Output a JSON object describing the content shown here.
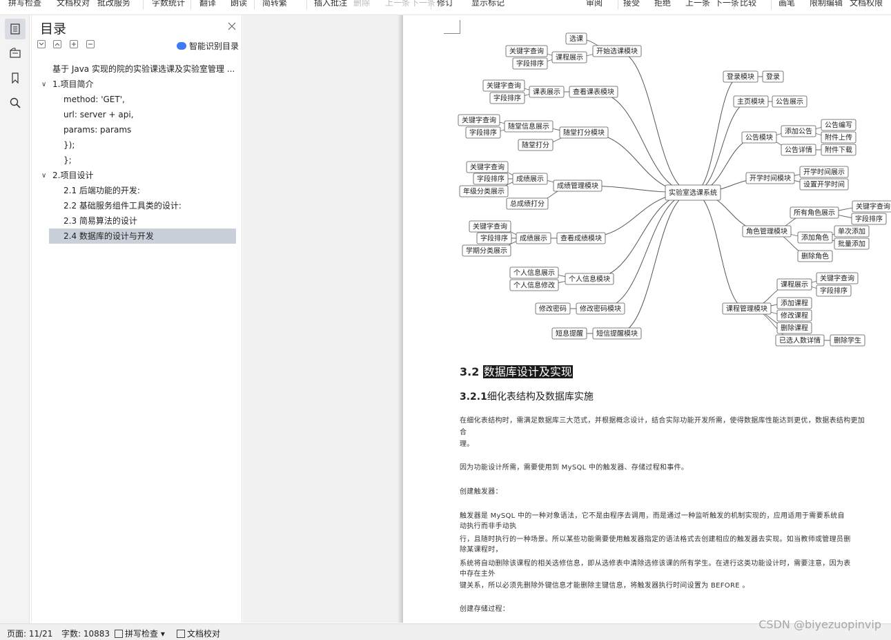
{
  "toolbar": {
    "items": [
      "拼写检查",
      "文档校对",
      "批改服务",
      "字数统计",
      "翻译",
      "朗读",
      "简转繁",
      "插入批注",
      "删除",
      "上一条",
      "下一条",
      "修订",
      "显示标记",
      "审阅",
      "接受",
      "拒绝",
      "上一条",
      "下一条",
      "比较",
      "画笔",
      "限制编辑",
      "文档权限"
    ]
  },
  "sidebar_icons": [
    "outline-icon",
    "navigation-icon",
    "bookmark-icon",
    "search-icon"
  ],
  "toc": {
    "title": "目录",
    "smart_label": "智能识别目录",
    "items": [
      {
        "text": "基于 Java 实现的院的实验课选课及实验室管理 ...",
        "level": 0
      },
      {
        "text": "1.项目简介",
        "level": 1
      },
      {
        "text": "method: 'GET',",
        "level": 2
      },
      {
        "text": "url: server + api,",
        "level": 2
      },
      {
        "text": "params: params",
        "level": 2
      },
      {
        "text": "});",
        "level": 2
      },
      {
        "text": "};",
        "level": 2
      },
      {
        "text": "2.项目设计",
        "level": 1
      },
      {
        "text": "2.1 后端功能的开发:",
        "level": 2
      },
      {
        "text": "2.2 基础服务组件工具类的设计:",
        "level": 2
      },
      {
        "text": "2.3 简易算法的设计",
        "level": 2
      },
      {
        "text": "2.4 数据库的设计与开发",
        "level": 2
      }
    ]
  },
  "mindmap": {
    "root": "实验室选课系统",
    "nodes": [
      "选课",
      "开始选课模块",
      "关键字查询",
      "课程展示",
      "字段排序",
      "课表展示",
      "查看课表模块",
      "随堂信息展示",
      "随堂打分模块",
      "随堂打分",
      "成绩展示",
      "成绩管理模块",
      "年级分类展示",
      "总成绩打分",
      "查看成绩模块",
      "学期分类展示",
      "个人信息展示",
      "个人信息模块",
      "个人信息修改",
      "修改密码",
      "修改密码模块",
      "短息提醒",
      "短信提醒模块",
      "登录模块",
      "登录",
      "主页模块",
      "公告展示",
      "公告模块",
      "添加公告",
      "公告编写",
      "附件上传",
      "公告详情",
      "附件下载",
      "开学时间模块",
      "开学时间展示",
      "设置开学时间",
      "角色管理模块",
      "所有角色展示",
      "添加角色",
      "单次添加",
      "批量添加",
      "删除角色",
      "课程管理模块",
      "添加课程",
      "修改课程",
      "删除课程",
      "已选人数详情",
      "删除学生"
    ]
  },
  "doc": {
    "h2_num": "3.2",
    "h2_text": "数据库设计及实现",
    "h3_num": "3.2.1",
    "h3_text": "细化表结构及数据库实施",
    "paragraphs": [
      "在细化表结构时，需满足数据库三大范式，并根据概念设计，结合实际功能开发所需，使得数据库性能达到更优，数据表结构更加",
      "合",
      "理。",
      "因为功能设计所需，需要使用到 MySQL 中的触发器、存储过程和事件。",
      "创建触发器：",
      "触发器是 MySQL 中的一种对象语法，它不是由程序去调用，而是通过一种监听触发的机制实现的，应用适用于需要系统自",
      "动执行而非手动执",
      "行，且随时执行的一种场景。所以某些功能需要使用触发器指定的语法格式去创建相应的触发器去实现。如当教师或管理员删",
      "除某课程时，",
      "系统将自动删除该课程的相关选修信息，即从选修表中清除选修该课的所有学生。在进行这类功能设计时，需要注意，因为表",
      "中存在主外",
      "键关系，所以必须先删除外键信息才能删除主键信息，将触发器执行时间设置为 BEFORE 。",
      "创建存储过程："
    ]
  },
  "status": {
    "page": "页面: 11/21",
    "words": "字数: 10883",
    "spell": "拼写检查",
    "proof": "文档校对"
  },
  "watermark": "CSDN @biyezuopinvip"
}
